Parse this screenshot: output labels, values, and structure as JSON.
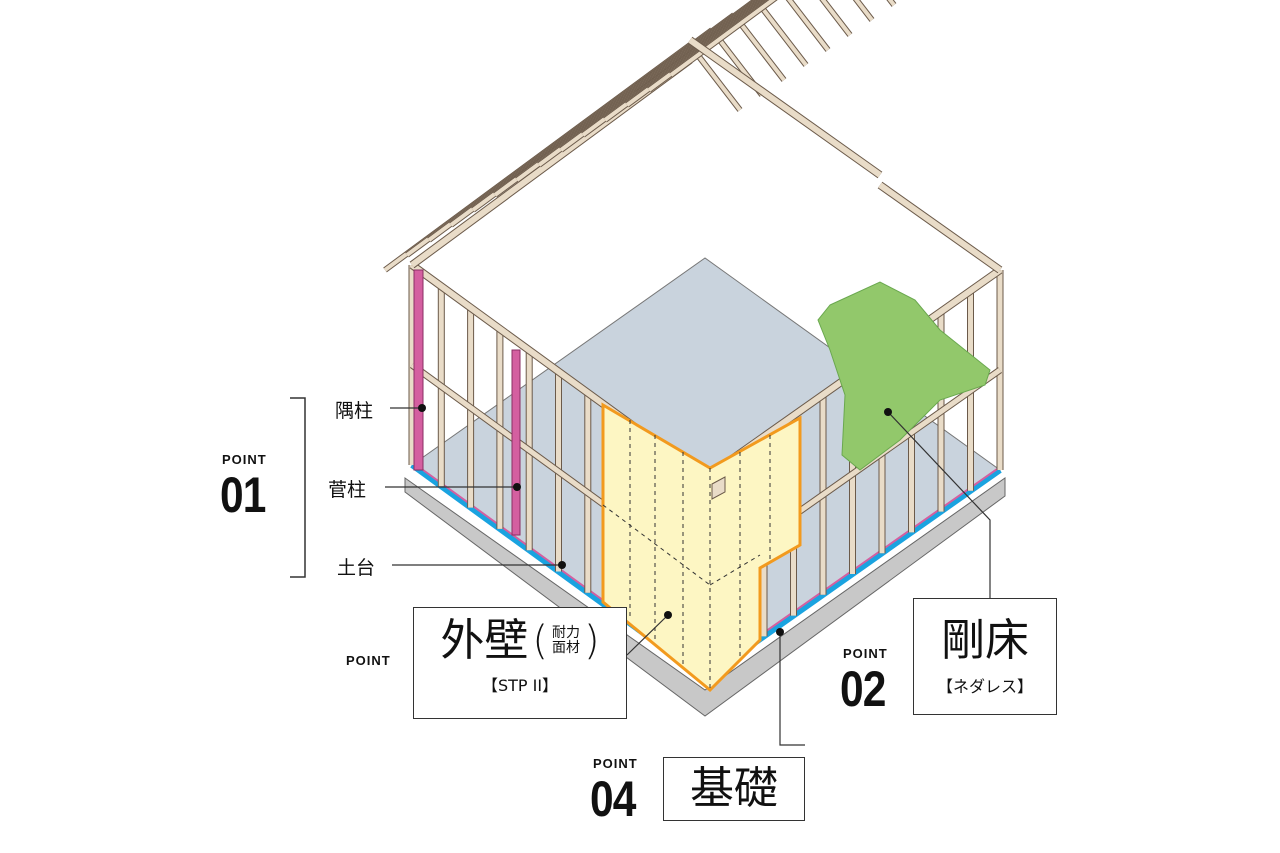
{
  "colors": {
    "frame": "#e9dcc8",
    "frame_stroke": "#6b5a4a",
    "sill": "#1aa3e0",
    "post": "#d45fa0",
    "panel": "#fdf6c3",
    "panel_edge": "#f29a1e",
    "floor": "#92c86b",
    "foundation": "#c8c8c8",
    "slab": "#c9d3dd"
  },
  "point01": {
    "label": "POINT",
    "number": "01",
    "items": [
      {
        "label": "隅柱"
      },
      {
        "label": "菅柱"
      },
      {
        "label": "土台"
      }
    ]
  },
  "point02": {
    "label": "POINT",
    "number": "02",
    "title": "剛床",
    "subtitle": "【ネダレス】"
  },
  "point03": {
    "label": "POINT",
    "title": "外壁",
    "paren_open": "(",
    "note_line1": "耐力",
    "note_line2": "面材",
    "paren_close": ")",
    "subtitle": "【STP II】"
  },
  "point04": {
    "label": "POINT",
    "number": "04",
    "title": "基礎"
  }
}
